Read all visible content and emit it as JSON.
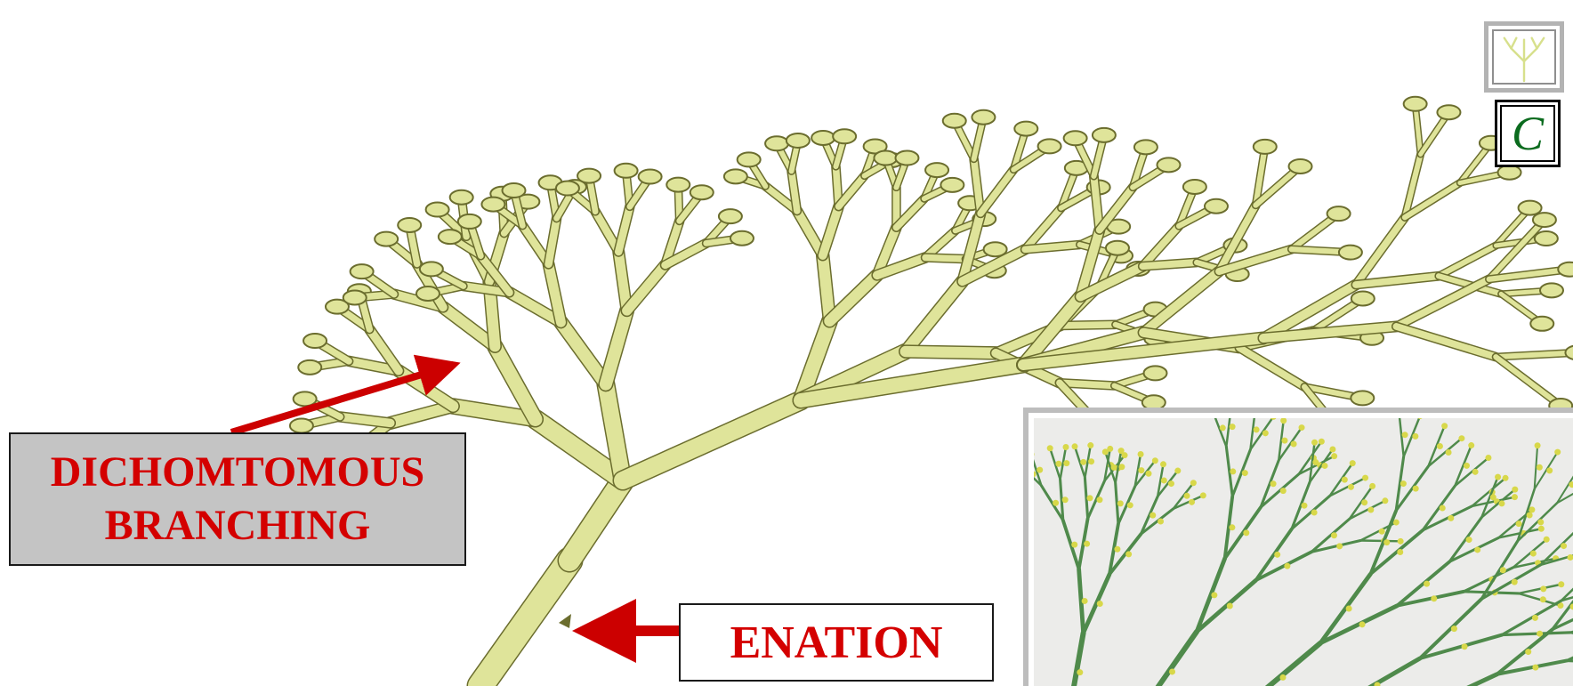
{
  "labels": {
    "branching_line1": "DICHOMTOMOUS",
    "branching_line2": "BRANCHING",
    "enation": "ENATION"
  },
  "badge": {
    "letter": "C"
  },
  "colors": {
    "label_text": "#d40000",
    "arrow": "#cc0000",
    "stem_fill": "#dfe49a",
    "stem_outline": "#6b6d2e",
    "photo_stem": "#4f8a4b",
    "badge_letter": "#0b6b1e",
    "label_box_bg": "#c4c4c4"
  },
  "icons": {
    "thumbnail": "branching-plant-icon",
    "badge": "letter-c-icon"
  }
}
